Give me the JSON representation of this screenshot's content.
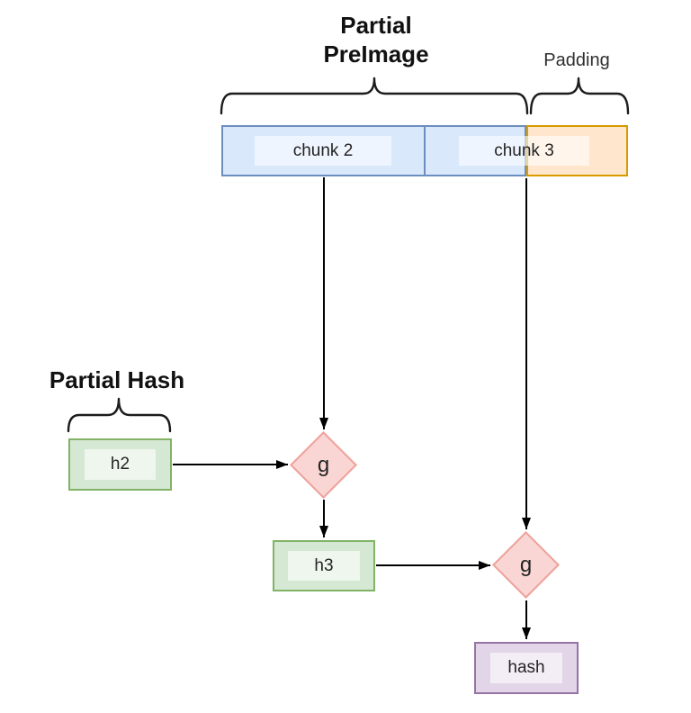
{
  "diagram": {
    "title": {
      "line1": "Partial",
      "line2": "PreImage"
    },
    "padding_label": "Padding",
    "partial_hash_label": "Partial Hash",
    "nodes": {
      "chunk2": {
        "label": "chunk 2"
      },
      "chunk3": {
        "label": "chunk 3"
      },
      "h2": {
        "label": "h2"
      },
      "h3": {
        "label": "h3"
      },
      "g1": {
        "label": "g"
      },
      "g2": {
        "label": "g"
      },
      "hash": {
        "label": "hash"
      }
    },
    "edges": [
      {
        "from": "chunk 2",
        "to": "g1"
      },
      {
        "from": "chunk 3",
        "to": "g2"
      },
      {
        "from": "h2",
        "to": "g1"
      },
      {
        "from": "g1",
        "to": "h3"
      },
      {
        "from": "h3",
        "to": "g2"
      },
      {
        "from": "g2",
        "to": "hash"
      }
    ],
    "colors": {
      "blue_fill": "#dae8fc",
      "blue_stroke": "#6c8ebf",
      "orange_fill": "#ffe6cc",
      "orange_stroke": "#d79b00",
      "green_fill": "#d5e8d4",
      "green_stroke": "#82b366",
      "red_fill": "#f9d6d4",
      "red_stroke": "#efa29c",
      "purple_fill": "#e1d5e7",
      "purple_stroke": "#9673a6",
      "line": "#000000",
      "text": "#242424"
    }
  }
}
